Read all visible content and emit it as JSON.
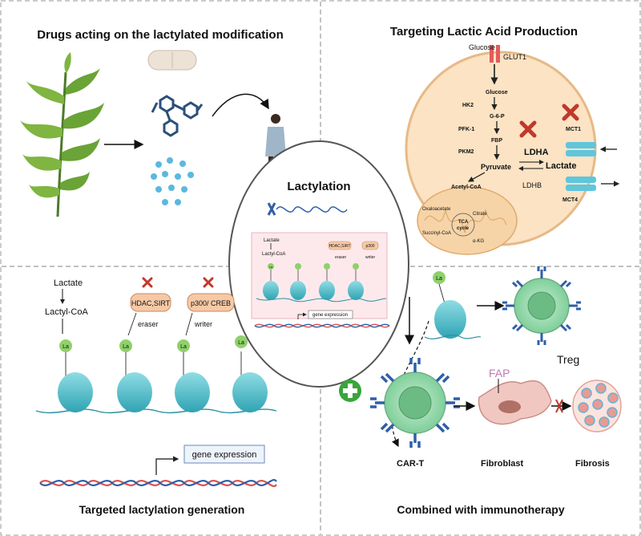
{
  "quadrants": {
    "top_left": {
      "title": "Drugs acting on the lactylated modification"
    },
    "top_right": {
      "title": "Targeting Lactic Acid Production",
      "glucose_outer": "Glucose",
      "glut1": "GLUT1",
      "glucose_inner": "Glucose",
      "hk2": "HK2",
      "g6p": "G-6-P",
      "pfk1": "PFK-1",
      "fbp": "FBP",
      "pkm2": "PKM2",
      "pyruvate": "Pyruvate",
      "ldha": "LDHA",
      "ldhb": "LDHB",
      "lactate": "Lactate",
      "acetyl_coa": "Acetyl-CoA",
      "oxaloacetate": "Oxaloacetate",
      "citrate": "Citrate",
      "tca1": "TCA",
      "tca2": "cycle",
      "succinyl": "Succinyl-CoA",
      "akg": "α-KG",
      "mct1": "MCT1",
      "mct4": "MCT4"
    },
    "center": {
      "title": "Lactylation",
      "lactate": "Lactate",
      "lactyl_coa": "Lactyl-CoA",
      "eraser_box": "HDAC,SIRT",
      "writer_box": "p300",
      "eraser": "eraser",
      "writer": "writer",
      "la": "La",
      "gene_expression": "gene expression"
    },
    "bottom_left": {
      "title": "Targeted lactylation generation",
      "lactate": "Lactate",
      "lactyl_coa": "Lactyl-CoA",
      "eraser_box": "HDAC,SIRT",
      "writer_box": "p300/ CREB",
      "eraser": "eraser",
      "writer": "writer",
      "la": "La",
      "gene_expression": "gene expression"
    },
    "bottom_right": {
      "title": "Combined with immunotherapy",
      "la": "La",
      "treg": "Treg",
      "fap": "FAP",
      "cart": "CAR-T",
      "fibroblast": "Fibroblast",
      "fibrosis": "Fibrosis"
    }
  },
  "colors": {
    "divider": "#9a9a9a",
    "nucleosome": "#5cc3cf",
    "la_green": "#8fd16a",
    "eraser_box": "#f6c9a6",
    "cell_orange": "#fbe3c4",
    "inhibit_red": "#c0392b",
    "dna_red": "#d9534f",
    "dna_blue": "#2f5fa8"
  }
}
